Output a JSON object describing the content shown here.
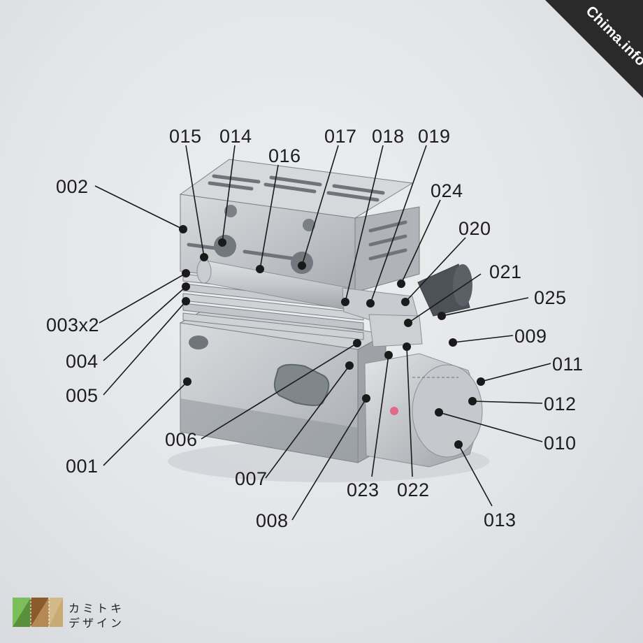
{
  "watermark": {
    "text": "Chima.info"
  },
  "brand": {
    "line1": "カミトキ",
    "line2": "デザイン"
  },
  "colors": {
    "leader": "#1a1a1a",
    "dot": "#1a1a1a",
    "banner": "#2a2a2a",
    "part_gray": "#b9bcc0",
    "part_light": "#d4d6d9",
    "accent_cyan": "#8fd6e3"
  },
  "callouts": [
    {
      "id": "001",
      "text": "001"
    },
    {
      "id": "002",
      "text": "002"
    },
    {
      "id": "003",
      "text": "003x2"
    },
    {
      "id": "004",
      "text": "004"
    },
    {
      "id": "005",
      "text": "005"
    },
    {
      "id": "006",
      "text": "006"
    },
    {
      "id": "007",
      "text": "007"
    },
    {
      "id": "008",
      "text": "008"
    },
    {
      "id": "009",
      "text": "009"
    },
    {
      "id": "010",
      "text": "010"
    },
    {
      "id": "011",
      "text": "011"
    },
    {
      "id": "012",
      "text": "012"
    },
    {
      "id": "013",
      "text": "013"
    },
    {
      "id": "014",
      "text": "014"
    },
    {
      "id": "015",
      "text": "015"
    },
    {
      "id": "016",
      "text": "016"
    },
    {
      "id": "017",
      "text": "017"
    },
    {
      "id": "018",
      "text": "018"
    },
    {
      "id": "019",
      "text": "019"
    },
    {
      "id": "020",
      "text": "020"
    },
    {
      "id": "021",
      "text": "021"
    },
    {
      "id": "022",
      "text": "022"
    },
    {
      "id": "023",
      "text": "023"
    },
    {
      "id": "024",
      "text": "024"
    },
    {
      "id": "025",
      "text": "025"
    }
  ]
}
